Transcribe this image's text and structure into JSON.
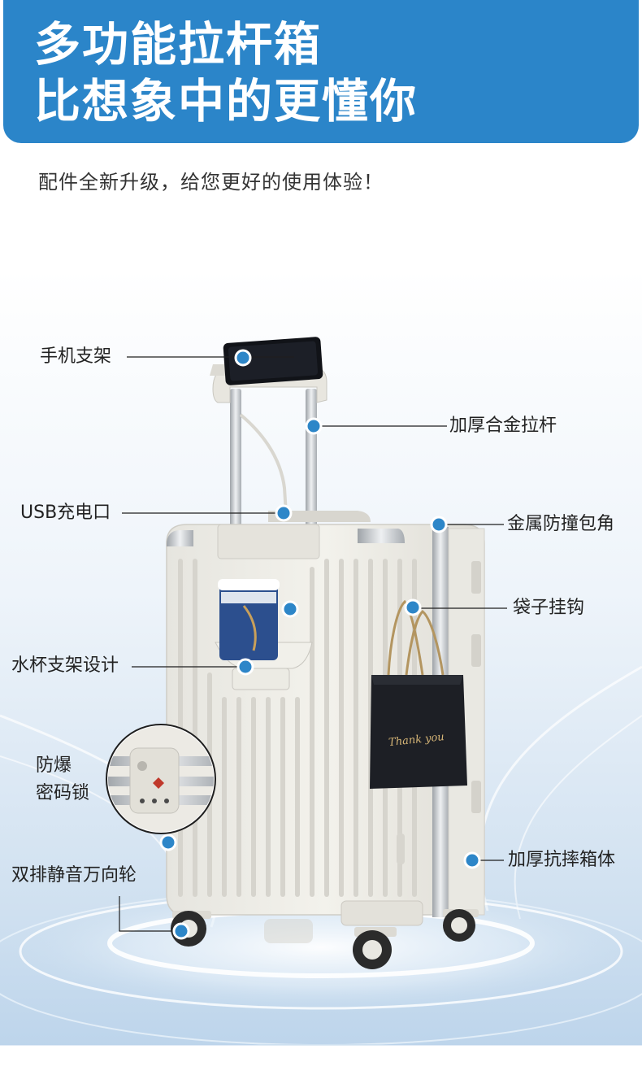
{
  "header": {
    "line1": "多功能拉杆箱",
    "line2": "比想象中的更懂你"
  },
  "subtitle": "配件全新升级，给您更好的使用体验！",
  "features": {
    "phone_holder": "手机支架",
    "alloy_handle": "加厚合金拉杆",
    "usb_port": "USB充电口",
    "metal_corner": "金属防撞包角",
    "bag_hook": "袋子挂钩",
    "cup_holder": "水杯支架设计",
    "lock_line1": "防爆",
    "lock_line2": "密码锁",
    "wheels": "双排静音万向轮",
    "thick_body": "加厚抗摔箱体"
  },
  "bag_text": "Thank you",
  "colors": {
    "brand_blue": "#2b85c9",
    "dot_blue": "#2d86c8",
    "suitcase_white": "#efeee8",
    "bag_black": "#1d1f25"
  }
}
